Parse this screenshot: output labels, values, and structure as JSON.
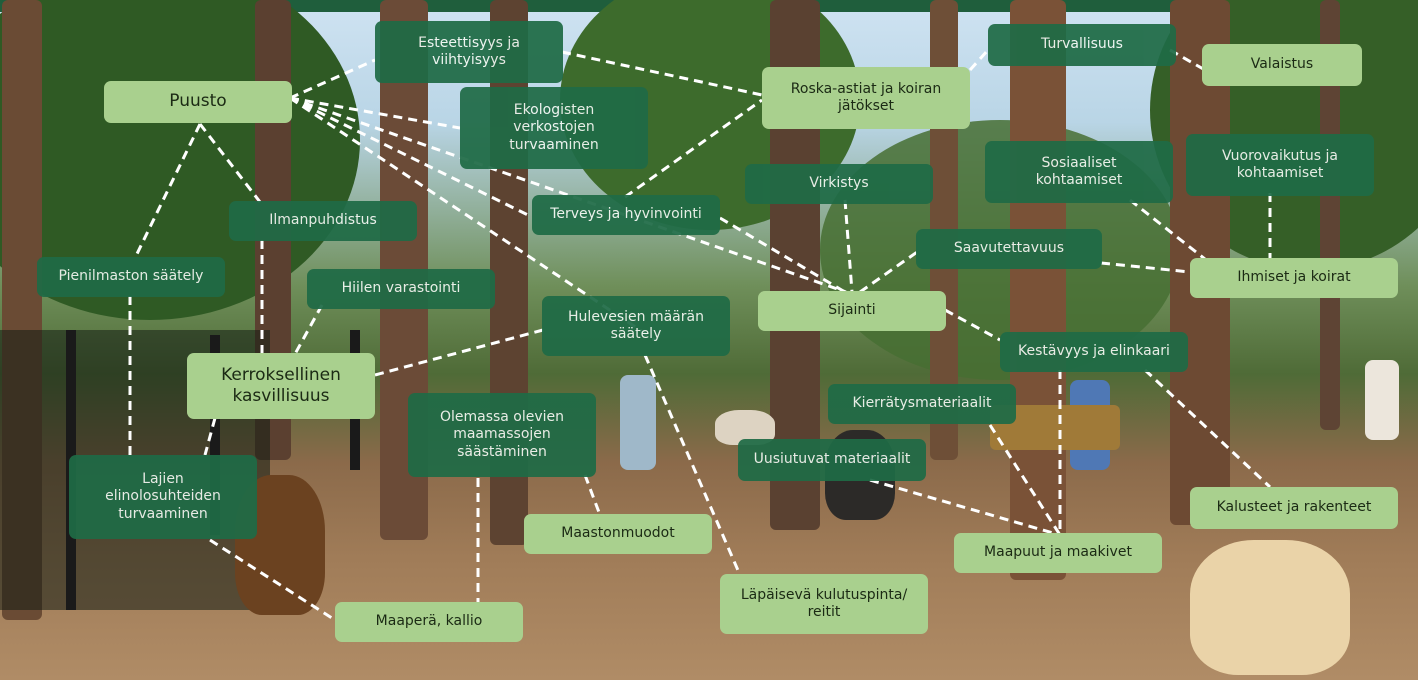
{
  "labels": {
    "puusto": "Puusto",
    "esteettisyys": "Esteettisyys ja\nviihtyisyys",
    "ekologisten": "Ekologisten\nverkostojen\nturvaaminen",
    "roska": "Roska-astiat ja koiran\njätökset",
    "turvallisuus": "Turvallisuus",
    "valaistus": "Valaistus",
    "virkistys": "Virkistys",
    "sosiaaliset": "Sosiaaliset\nkohtaamiset",
    "vuorovaikutus": "Vuorovaikutus ja\nkohtaamiset",
    "ilmanpuhdistus": "Ilmanpuhdistus",
    "terveys": "Terveys ja hyvinvointi",
    "saavutettavuus": "Saavutettavuus",
    "pienilmasto": "Pienilmaston säätely",
    "hiilen": "Hiilen  varastointi",
    "hulevesien": "Hulevesien määrän\nsäätely",
    "sijainti": "Sijainti",
    "ihmiset": "Ihmiset ja koirat",
    "kerroksellinen": "Kerroksellinen\nkasvillisuus",
    "kestavyys": "Kestävyys ja elinkaari",
    "olemassa": "Olemassa olevien\nmaamassojen\nsäästäminen",
    "kierratys": "Kierrätysmateriaalit",
    "uusiutuvat": "Uusiutuvat materiaalit",
    "lajien": "Lajien\nelinolosuhteiden\nturvaaminen",
    "maastonmuodot": "Maastonmuodot",
    "kalusteet": "Kalusteet ja rakenteet",
    "maapuut": "Maapuut ja maakivet",
    "lapaiseva": "Läpäisevä kulutuspinta/\nreitit",
    "maapera": "Maaperä, kallio"
  },
  "colors": {
    "light_box": "#a9d08e",
    "dark_box": "#1f6b46",
    "connector": "#ffffff"
  }
}
